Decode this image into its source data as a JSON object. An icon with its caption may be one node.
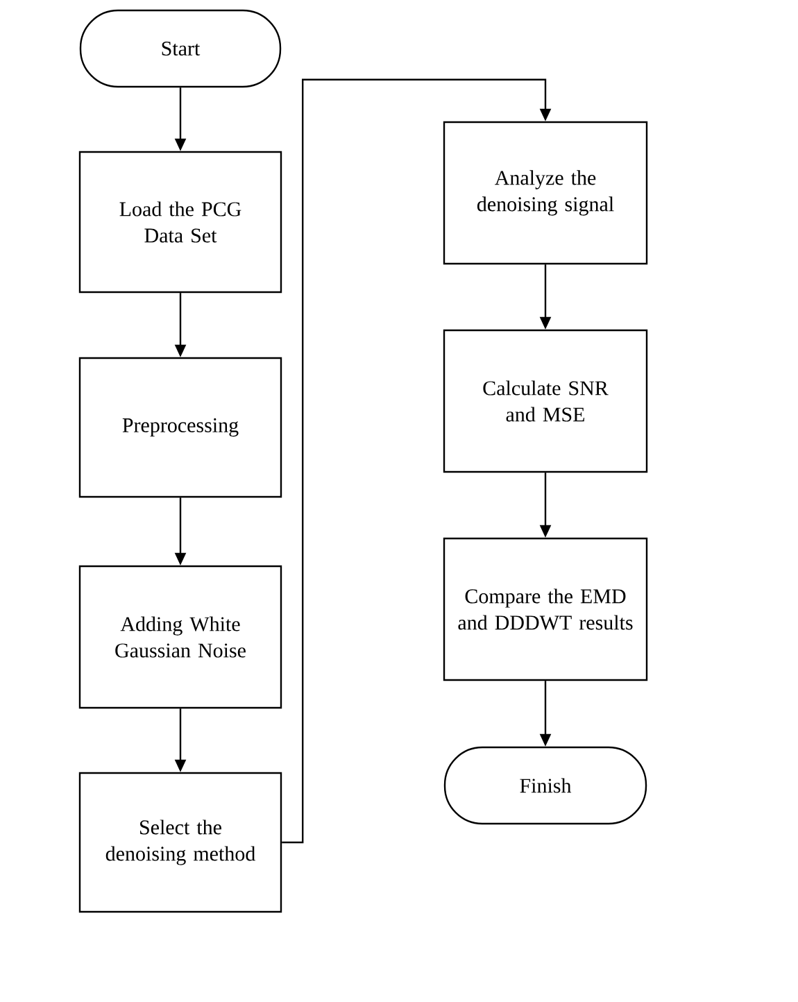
{
  "diagram": {
    "nodes": [
      {
        "text": [
          "Start"
        ]
      },
      {
        "text": [
          "Load the PCG Data Set"
        ]
      },
      {
        "text": [
          "Preprocessing"
        ]
      },
      {
        "text": [
          "Adding White Gaussian Noise"
        ]
      },
      {
        "text": [
          "Select the denoising method"
        ]
      },
      {
        "text": [
          "Analyze the denoising signal"
        ]
      },
      {
        "text": [
          "Calculate SNR and MSE"
        ]
      },
      {
        "text": [
          "Compare the EMD and DDDWT results"
        ]
      },
      {
        "text": [
          "Finish"
        ]
      }
    ],
    "edges": [
      {
        "from": 0,
        "to": 1,
        "arrow": "to"
      },
      {
        "from": 1,
        "to": 2,
        "arrow": "to"
      },
      {
        "from": 2,
        "to": 3,
        "arrow": "to"
      },
      {
        "from": 3,
        "to": 4,
        "arrow": "to"
      },
      {
        "from": 4,
        "to": 5,
        "arrow": "to"
      },
      {
        "from": 5,
        "to": 6,
        "arrow": "to"
      },
      {
        "from": 6,
        "to": 7,
        "arrow": "to"
      },
      {
        "from": 7,
        "to": 8,
        "arrow": "to"
      }
    ]
  }
}
